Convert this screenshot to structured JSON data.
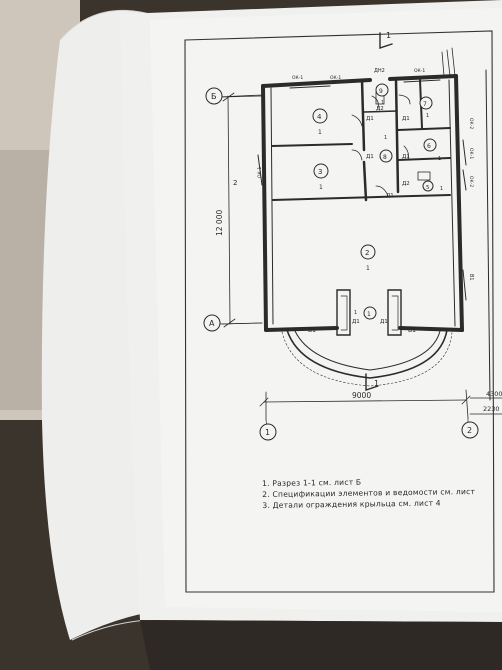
{
  "sheet": {
    "section_mark": "1",
    "axis_top": "Б",
    "axis_bottom": "А",
    "axis_left": "1",
    "axis_right": "2",
    "dim_vertical": "12 000",
    "dim_horizontal": "9000",
    "dim_right_top": "4300",
    "dim_right_bottom": "2230",
    "mark_2": "2",
    "window_labels": [
      "ОК-1",
      "ОК-1",
      "ДН2",
      "ОК-1",
      "ОК-2",
      "ОК-1",
      "ОК-1",
      "ОК-2",
      "В1",
      "В1",
      "В1"
    ],
    "door_labels": [
      "Д1",
      "Д1",
      "Д1",
      "Д1",
      "Д2",
      "Д2",
      "Д1",
      "Д1",
      "Д1"
    ],
    "rooms": [
      {
        "num": "4",
        "type": "1"
      },
      {
        "num": "3",
        "type": "1"
      },
      {
        "num": "2",
        "type": "1"
      },
      {
        "num": "9",
        "type": "1"
      },
      {
        "num": "8",
        "type": "1"
      },
      {
        "num": "7",
        "type": "1"
      },
      {
        "num": "6",
        "type": "1"
      },
      {
        "num": "5",
        "type": "1"
      },
      {
        "num": "1",
        "type": "1"
      }
    ]
  },
  "notes": [
    "1. Разрез 1-1 см. лист Б",
    "2. Спецификации элементов и ведомости см. лист",
    "3. Детали ограждения крыльца см. лист 4"
  ]
}
